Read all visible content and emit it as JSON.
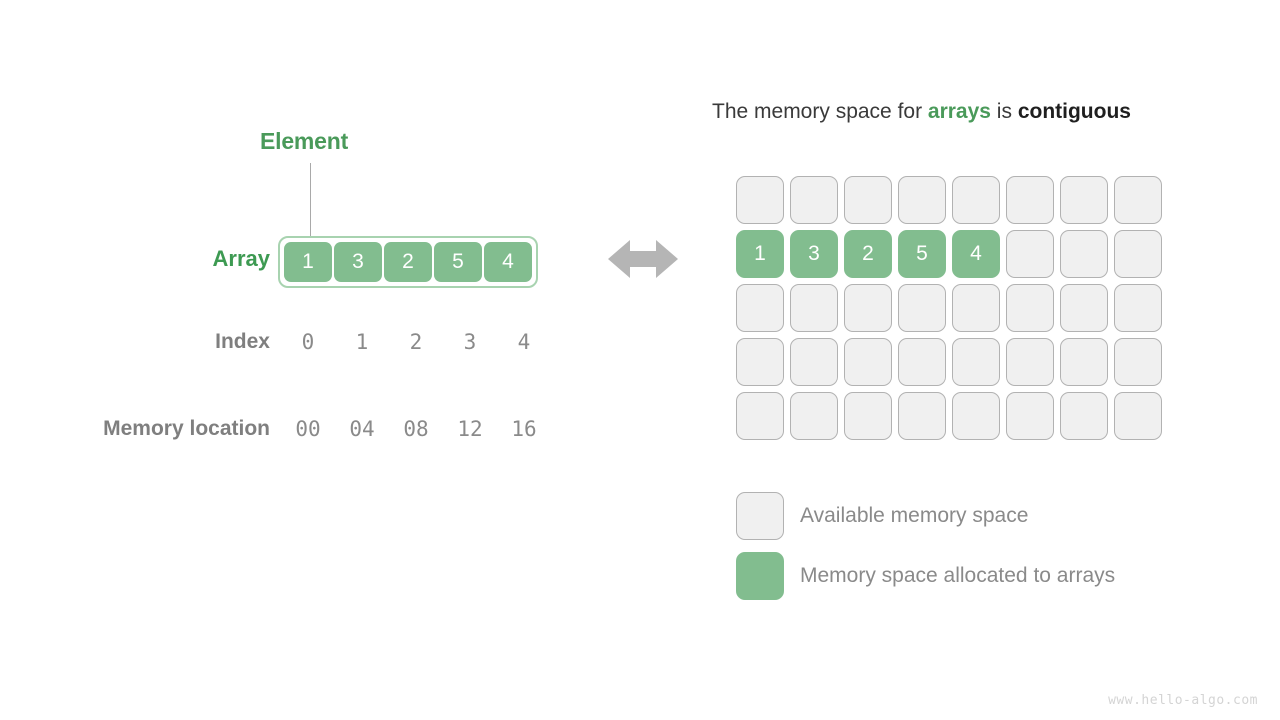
{
  "colors": {
    "green_fill": "#82bd8f",
    "green_label": "#3d9a52",
    "green_accent": "#4a9a5a",
    "container_border": "#a8d3b0",
    "gray_label": "#7f7f7f",
    "gray_value": "#8a8a8a",
    "cell_free_fill": "#f0f0f0",
    "cell_free_border": "#b2b2b2",
    "arrow": "#b5b5b5",
    "watermark": "#d4d4d4"
  },
  "left": {
    "element_callout": "Element",
    "array_label": "Array",
    "index_label": "Index",
    "memory_location_label": "Memory location",
    "array_values": [
      "1",
      "3",
      "2",
      "5",
      "4"
    ],
    "index_values": [
      "0",
      "1",
      "2",
      "3",
      "4"
    ],
    "memory_locations": [
      "00",
      "04",
      "08",
      "12",
      "16"
    ]
  },
  "arrow": {
    "name": "double-headed-arrow"
  },
  "right": {
    "title_part1": "The memory space for ",
    "title_highlight": "arrays",
    "title_part2": " is ",
    "title_emphasis": "contiguous",
    "grid": {
      "columns": 8,
      "rows": 5,
      "cells": [
        [
          "",
          "",
          "",
          "",
          "",
          "",
          "",
          ""
        ],
        [
          "1",
          "3",
          "2",
          "5",
          "4",
          "",
          "",
          ""
        ],
        [
          "",
          "",
          "",
          "",
          "",
          "",
          "",
          ""
        ],
        [
          "",
          "",
          "",
          "",
          "",
          "",
          "",
          ""
        ],
        [
          "",
          "",
          "",
          "",
          "",
          "",
          "",
          ""
        ]
      ]
    },
    "legend": [
      {
        "type": "free",
        "label": "Available memory space"
      },
      {
        "type": "used",
        "label": "Memory space allocated to arrays"
      }
    ]
  },
  "watermark": "www.hello-algo.com"
}
